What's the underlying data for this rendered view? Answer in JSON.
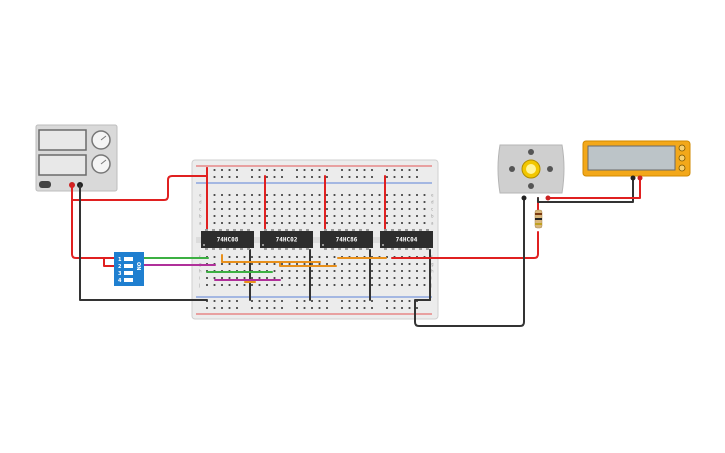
{
  "chips": [
    {
      "label": "74HC08"
    },
    {
      "label": "74HC02"
    },
    {
      "label": "74HC86"
    },
    {
      "label": "74HC04"
    }
  ],
  "dip_switch": {
    "label": "ON",
    "positions": [
      "1",
      "2",
      "3",
      "4"
    ]
  },
  "breadboard": {
    "row_letters": [
      "a",
      "b",
      "c",
      "d",
      "e",
      "f",
      "g",
      "h",
      "i",
      "j"
    ]
  },
  "colors": {
    "wire_red": "#e02020",
    "wire_black": "#333333",
    "wire_green": "#3cb043",
    "wire_magenta": "#b0309a",
    "wire_orange": "#e8901c",
    "chip": "#2d2d2d",
    "dip": "#1f7fd0",
    "multimeter": "#f3a81a",
    "motor": "#cfcfcf"
  },
  "icons": [
    "power-supply-icon",
    "dc-motor-icon",
    "multimeter-icon",
    "resistor-icon"
  ]
}
